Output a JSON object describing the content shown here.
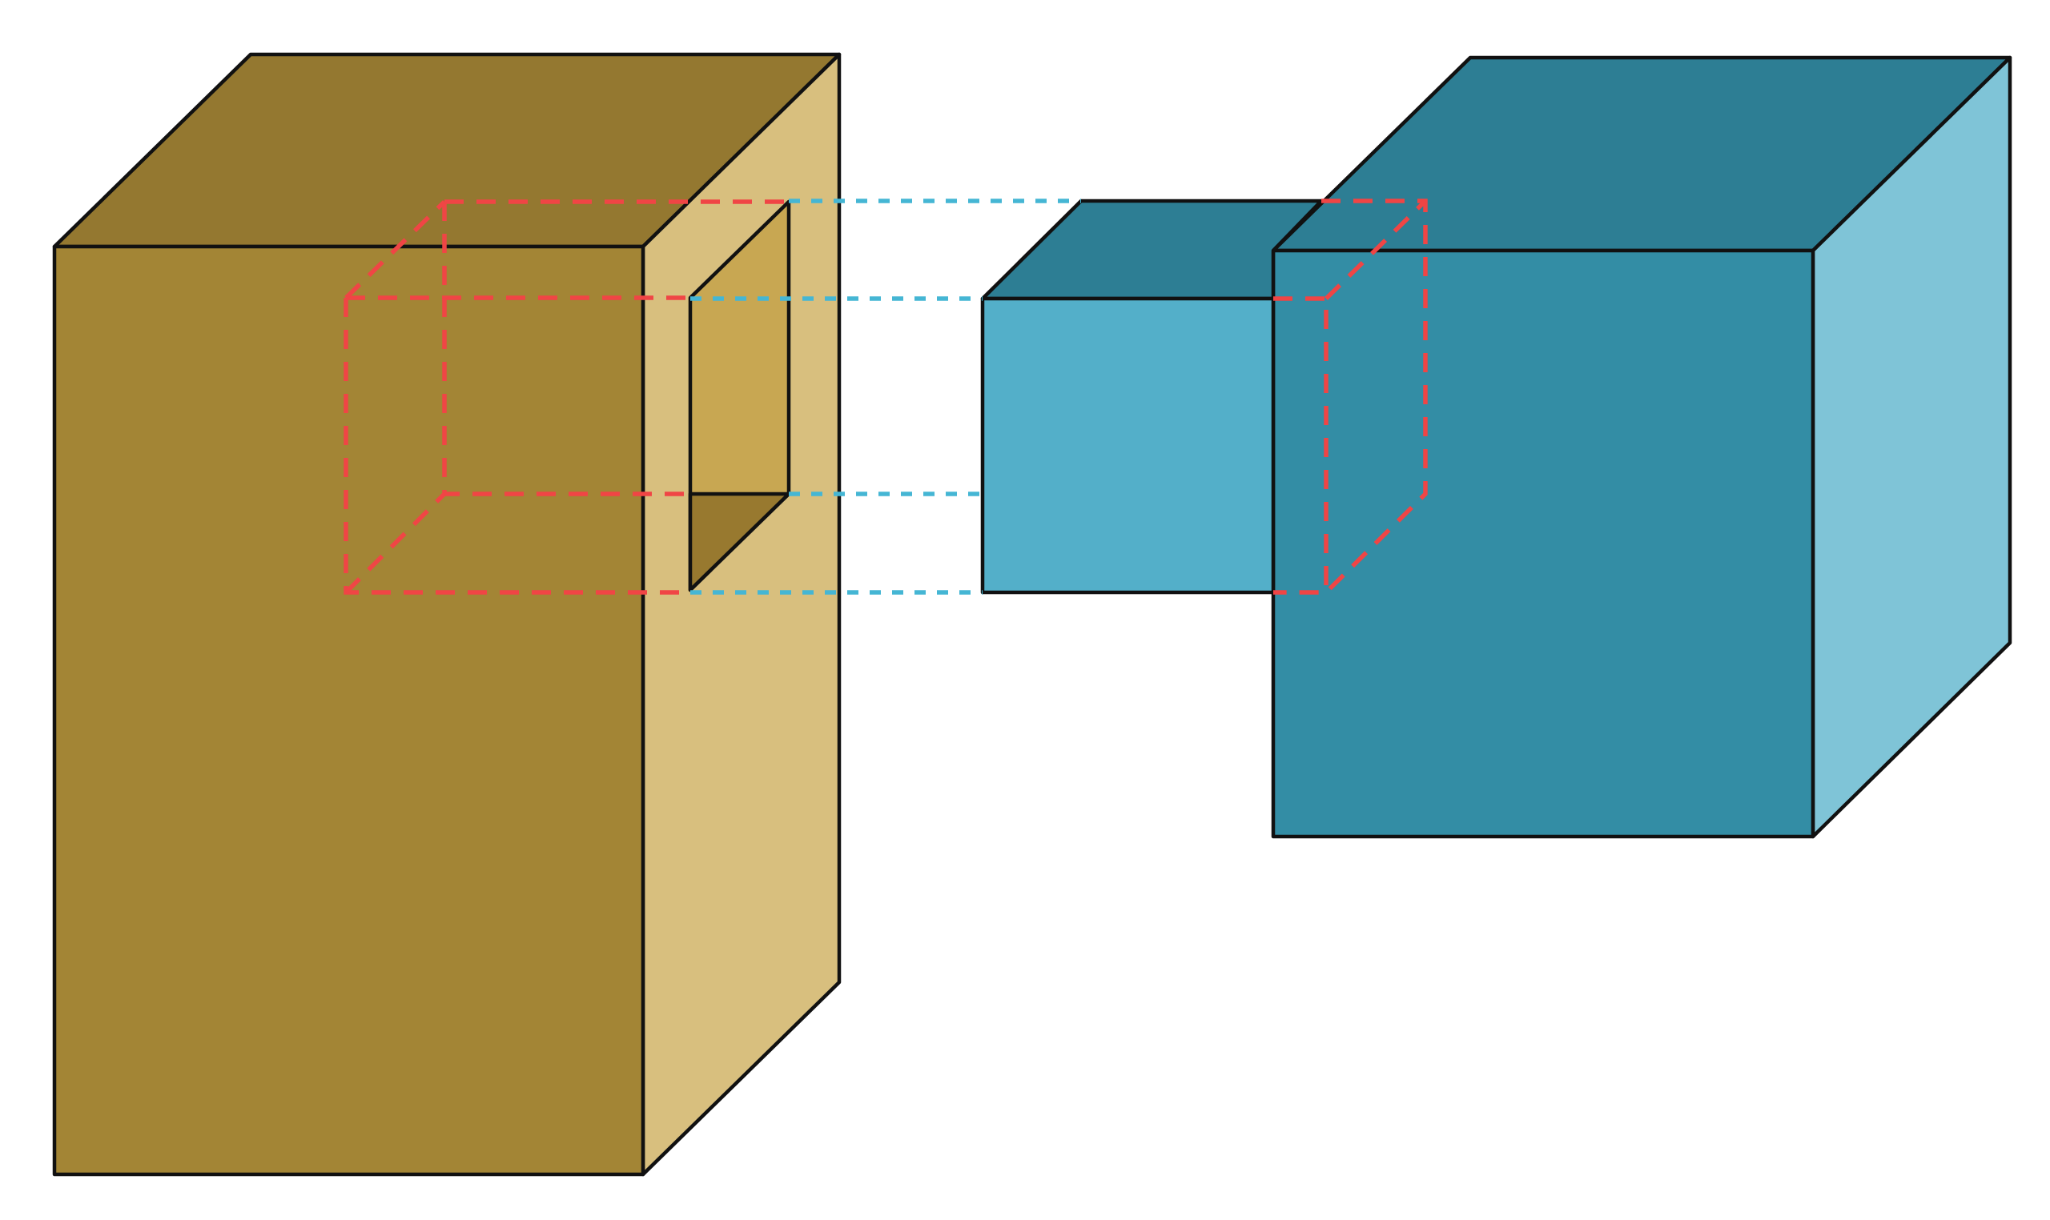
{
  "diagram": {
    "description_visible_text": [],
    "colors": {
      "wood_front": "#A38535",
      "wood_top": "#947830",
      "wood_side": "#D8BF7E",
      "wood_pocket_wall": "#C8A752",
      "wood_pocket_floor": "#98792F",
      "teal_front": "#338DA5",
      "teal_top": "#2D7E94",
      "teal_side": "#7FC4D7",
      "tenon_front": "#53AFC9",
      "tenon_top": "#2D7E94",
      "outline": "#111111",
      "hidden_mortise_outline": "#F04545",
      "projection_guides": "#45B6D4",
      "background": "#FFFFFF"
    },
    "parts": [
      {
        "name": "wood-block",
        "role": "mortise piece"
      },
      {
        "name": "tenon-block",
        "role": "tenon piece"
      }
    ]
  }
}
